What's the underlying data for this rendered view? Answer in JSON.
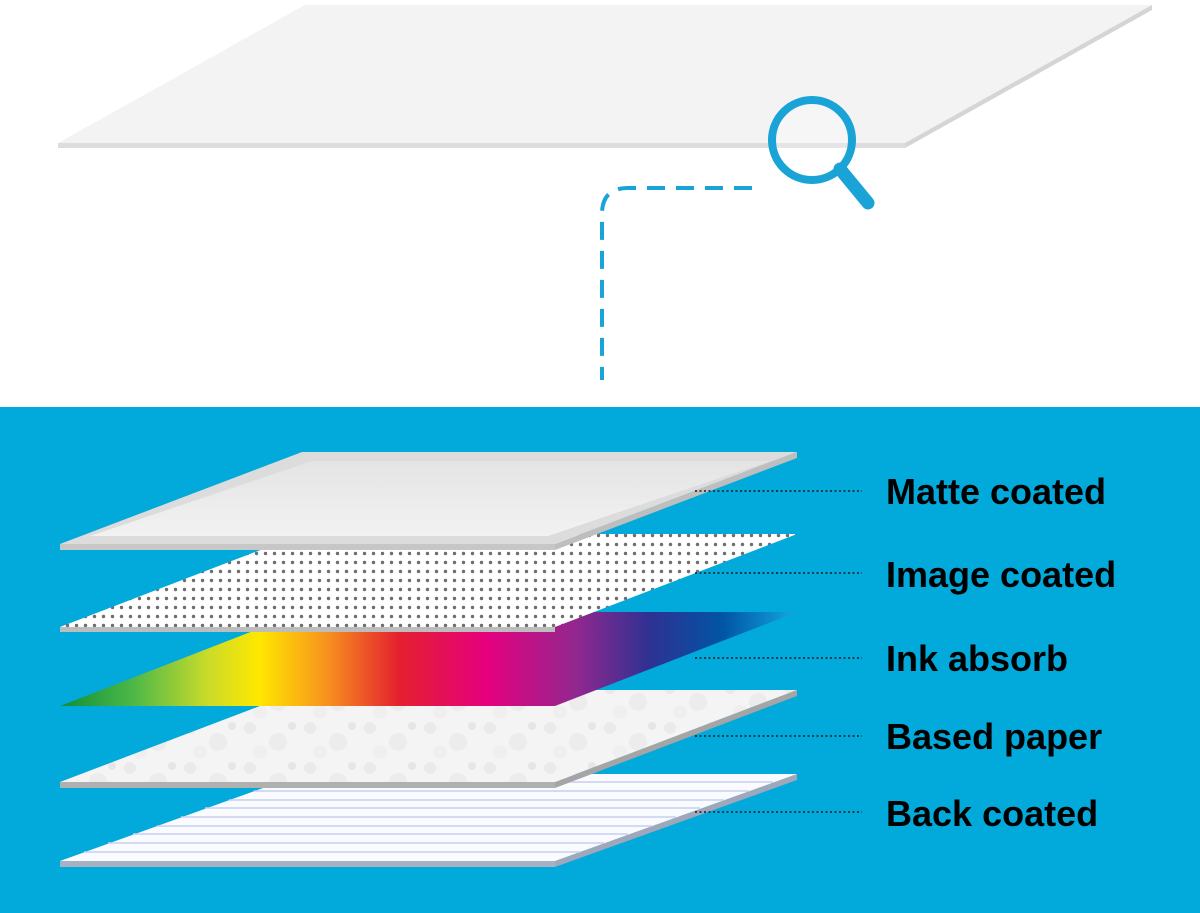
{
  "colors": {
    "panel_background": "#02A9DB",
    "accent": "#1AA3D6",
    "label_text": "#000000",
    "top_sheet": "#F3F3F3"
  },
  "icons": {
    "zoom": "magnifier-icon",
    "connector": "dashed-connector"
  },
  "layers": [
    {
      "label": "Matte coated",
      "material": "matte-coating"
    },
    {
      "label": "Image coated",
      "material": "dotted-coating"
    },
    {
      "label": "Ink absorb",
      "material": "rainbow-ink-layer"
    },
    {
      "label": "Based paper",
      "material": "paper-fiber"
    },
    {
      "label": "Back coated",
      "material": "lined-back-coating"
    }
  ]
}
